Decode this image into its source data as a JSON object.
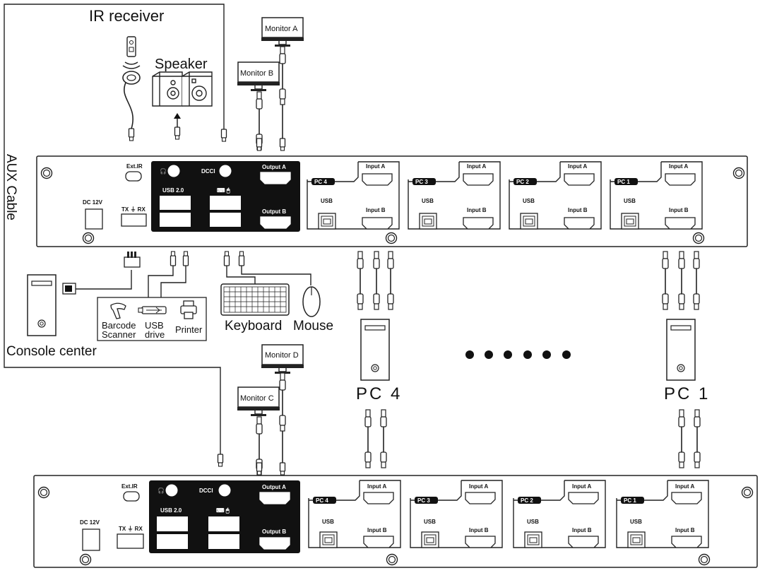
{
  "labels": {
    "ir_receiver": "IR receiver",
    "speaker": "Speaker",
    "aux_cable": "AUX Cable",
    "console_center": "Console center",
    "keyboard": "Keyboard",
    "mouse": "Mouse",
    "barcode_scanner_line1": "Barcode",
    "barcode_scanner_line2": "Scanner",
    "usb_drive_line1": "USB",
    "usb_drive_line2": "drive",
    "printer": "Printer",
    "pc4": "PC 4",
    "pc1": "PC 1"
  },
  "monitors": {
    "a": "Monitor A",
    "b": "Monitor B",
    "c": "Monitor C",
    "d": "Monitor D"
  },
  "panel": {
    "ext_ir": "Ext.IR",
    "dc": "DC 12V",
    "txrx": "TX ⏚ RX",
    "usb20": "USB 2.0",
    "dcci": "DCCI",
    "output_a": "Output A",
    "output_b": "Output B",
    "input_a": "Input A",
    "input_b": "Input B",
    "usb": "USB",
    "pc_ports": [
      "PC 4",
      "PC 3",
      "PC 2",
      "PC 1"
    ]
  },
  "colors": {
    "line": "#222222",
    "block": "#111111",
    "panel_bg": "#ffffff"
  }
}
